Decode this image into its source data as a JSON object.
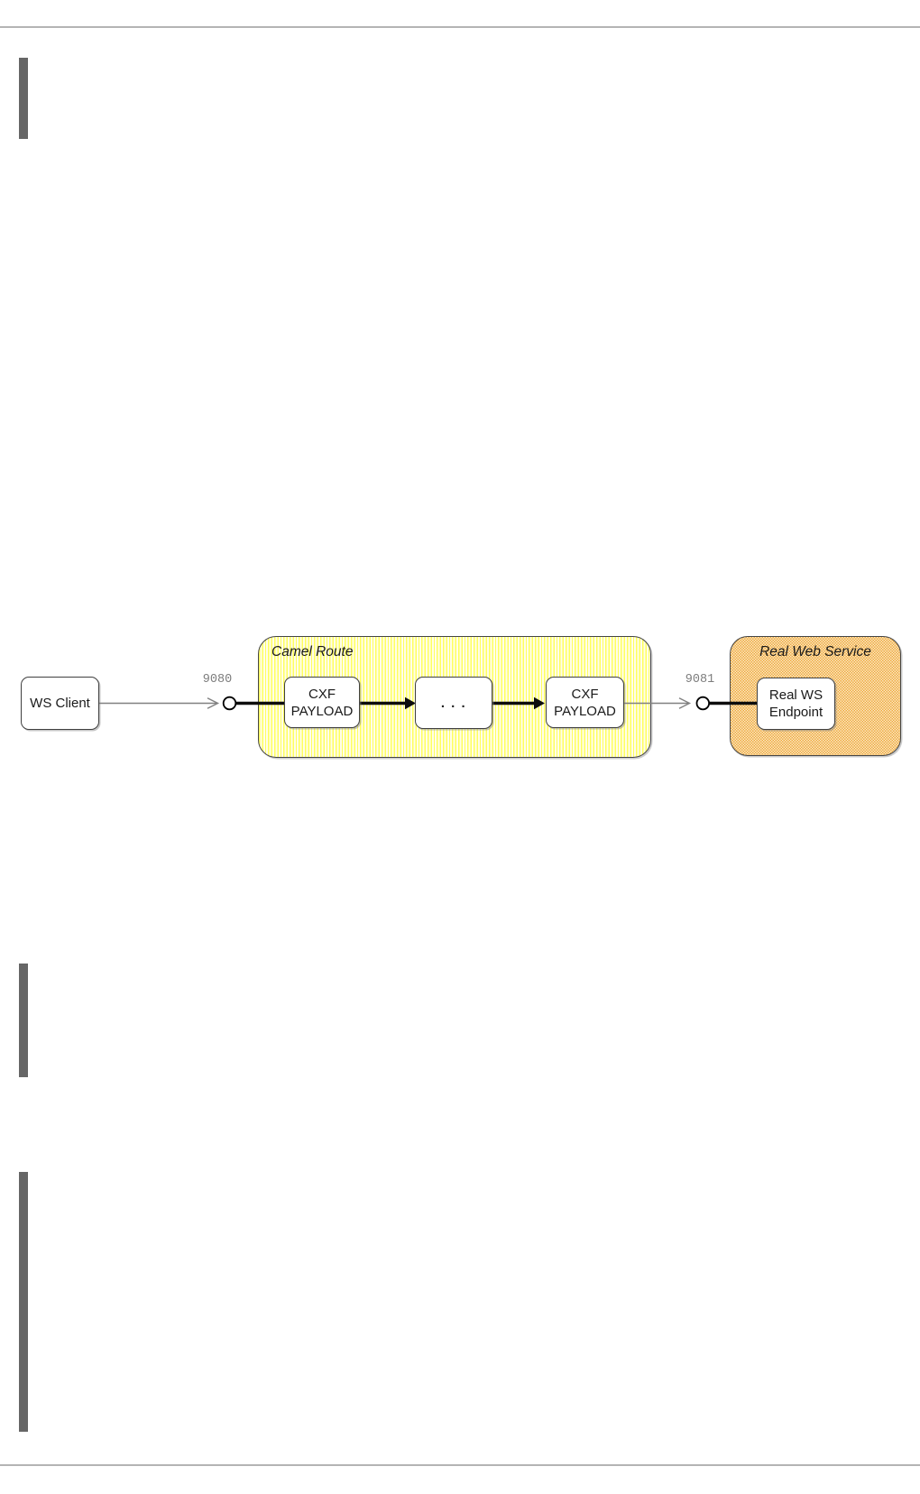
{
  "page": {
    "background": "#ffffff",
    "rule_color": "#b4b4b4",
    "change_bar_color": "#666666"
  },
  "diagram": {
    "client": {
      "label": "WS Client"
    },
    "port_in": {
      "label": "9080"
    },
    "port_out": {
      "label": "9081"
    },
    "camel_route": {
      "title": "Camel Route",
      "nodes": [
        {
          "line1": "CXF",
          "line2": "PAYLOAD"
        },
        {
          "label": ". . ."
        },
        {
          "line1": "CXF",
          "line2": "PAYLOAD"
        }
      ]
    },
    "real_web_service": {
      "title": "Real Web Service",
      "endpoint": {
        "line1": "Real WS",
        "line2": "Endpoint"
      }
    },
    "colors": {
      "camel_stripe": "#ffff5e",
      "camel_bg": "#fffdea",
      "real_dot": "#efa93d",
      "real_bg": "#fbe9c6",
      "connector_gray": "#808080",
      "connector_black": "#0d0d0d",
      "port_label_gray": "#7d7d7d"
    }
  }
}
